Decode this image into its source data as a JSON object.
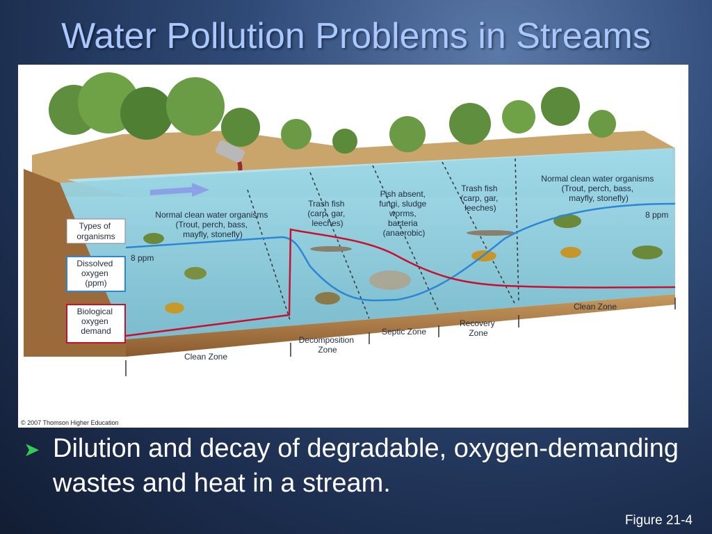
{
  "slide": {
    "title": "Water Pollution Problems in Streams",
    "bullet": "Dilution and decay of degradable, oxygen-demanding wastes and heat in a stream.",
    "figure_number": "Figure 21-4",
    "bullet_icon": "arrow-bullet-icon"
  },
  "figure": {
    "copyright": "© 2007 Thomson Higher Education",
    "legend": {
      "types": [
        "Types of",
        "organisms"
      ],
      "dissolved": [
        "Dissolved",
        "oxygen",
        "(ppm)"
      ],
      "bod": [
        "Biological",
        "oxygen",
        "demand"
      ]
    },
    "ppm_left": "8 ppm",
    "ppm_right": "8 ppm",
    "organisms": {
      "normal_left": [
        "Normal clean water organisms",
        "(Trout, perch, bass,",
        "mayfly, stonefly)"
      ],
      "trash_left": [
        "Trash fish",
        "(carp, gar,",
        "leeches)"
      ],
      "absent": [
        "Fish absent,",
        "fungi, sludge",
        "worms,",
        "bacteria",
        "(anaerobic)"
      ],
      "trash_right": [
        "Trash fish",
        "(carp, gar,",
        "leeches)"
      ],
      "normal_right": [
        "Normal clean water organisms",
        "(Trout, perch, bass,",
        "mayfly, stonefly)"
      ]
    },
    "zones": {
      "clean_left": "Clean Zone",
      "decomposition": [
        "Decomposition",
        "Zone"
      ],
      "septic": "Septic Zone",
      "recovery": [
        "Recovery",
        "Zone"
      ],
      "clean_right": "Clean Zone"
    },
    "colors": {
      "dissolved_oxygen": "#2b86d6",
      "bod": "#c8102e",
      "water": "#8fd0e0",
      "soil": "#9a6a3a"
    }
  }
}
